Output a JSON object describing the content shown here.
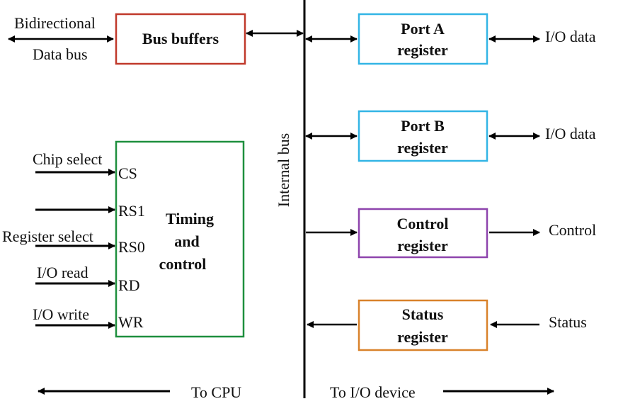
{
  "colors": {
    "bus_buffers": "#c0392b",
    "port_a": "#33b5e5",
    "port_b": "#33b5e5",
    "control_reg": "#8e44ad",
    "status_reg": "#d9822b",
    "timing": "#1e8f3e"
  },
  "left_labels": {
    "bidirectional": "Bidirectional",
    "data_bus": "Data bus",
    "chip_select": "Chip select",
    "register_select": "Register select",
    "io_read": "I/O read",
    "io_write": "I/O write"
  },
  "blocks": {
    "bus_buffers": "Bus buffers",
    "timing": {
      "line1": "Timing",
      "line2": "and",
      "line3": "control"
    },
    "port_a": {
      "line1": "Port A",
      "line2": "register"
    },
    "port_b": {
      "line1": "Port B",
      "line2": "register"
    },
    "control": {
      "line1": "Control",
      "line2": "register"
    },
    "status": {
      "line1": "Status",
      "line2": "register"
    }
  },
  "pins": {
    "cs": "CS",
    "rs1": "RS1",
    "rs0": "RS0",
    "rd": "RD",
    "wr": "WR"
  },
  "internal_bus": "Internal bus",
  "right_labels": {
    "io_data_a": "I/O data",
    "io_data_b": "I/O data",
    "control": "Control",
    "status": "Status"
  },
  "bottom": {
    "to_cpu": "To CPU",
    "to_io": "To I/O device"
  }
}
